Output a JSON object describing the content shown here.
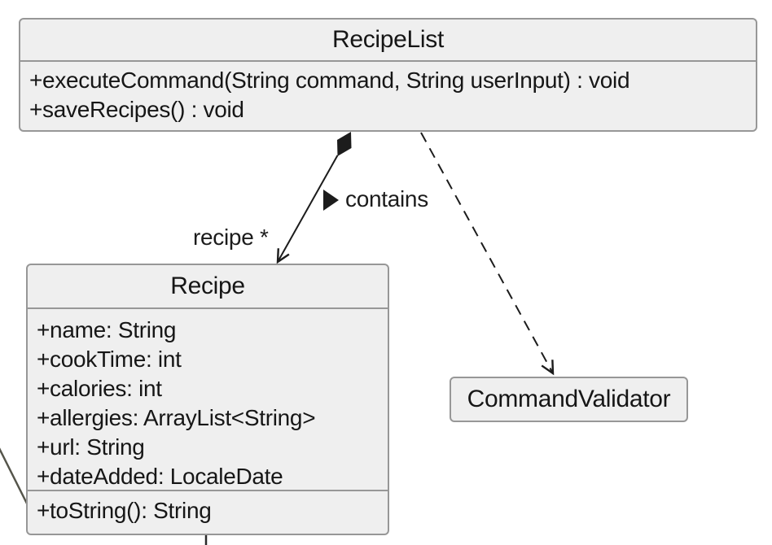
{
  "diagram": {
    "classes": [
      {
        "name": "RecipeList",
        "attributes": [],
        "methods": [
          "+executeCommand(String command, String userInput) : void",
          "+saveRecipes() : void"
        ]
      },
      {
        "name": "Recipe",
        "attributes": [
          "+name: String",
          "+cookTime: int",
          "+calories: int",
          "+allergies: ArrayList<String>",
          "+url: String",
          "+dateAdded: LocaleDate"
        ],
        "methods": [
          "+toString(): String"
        ]
      },
      {
        "name": "CommandValidator",
        "attributes": [],
        "methods": []
      }
    ],
    "relationships": [
      {
        "type": "composition",
        "from": "RecipeList",
        "to": "Recipe",
        "label": "contains",
        "multiplicity": "recipe *",
        "line_style": "solid",
        "source_marker": "filled-diamond",
        "target_marker": "open-arrow"
      },
      {
        "type": "dependency",
        "from": "RecipeList",
        "to": "CommandValidator",
        "label": "",
        "multiplicity": "",
        "line_style": "dashed",
        "target_marker": "open-arrow"
      }
    ],
    "colors": {
      "background": "#ffffff",
      "box_fill": "#efefef",
      "box_border": "#979797",
      "line": "#1c1c1c",
      "text": "#161616"
    }
  }
}
